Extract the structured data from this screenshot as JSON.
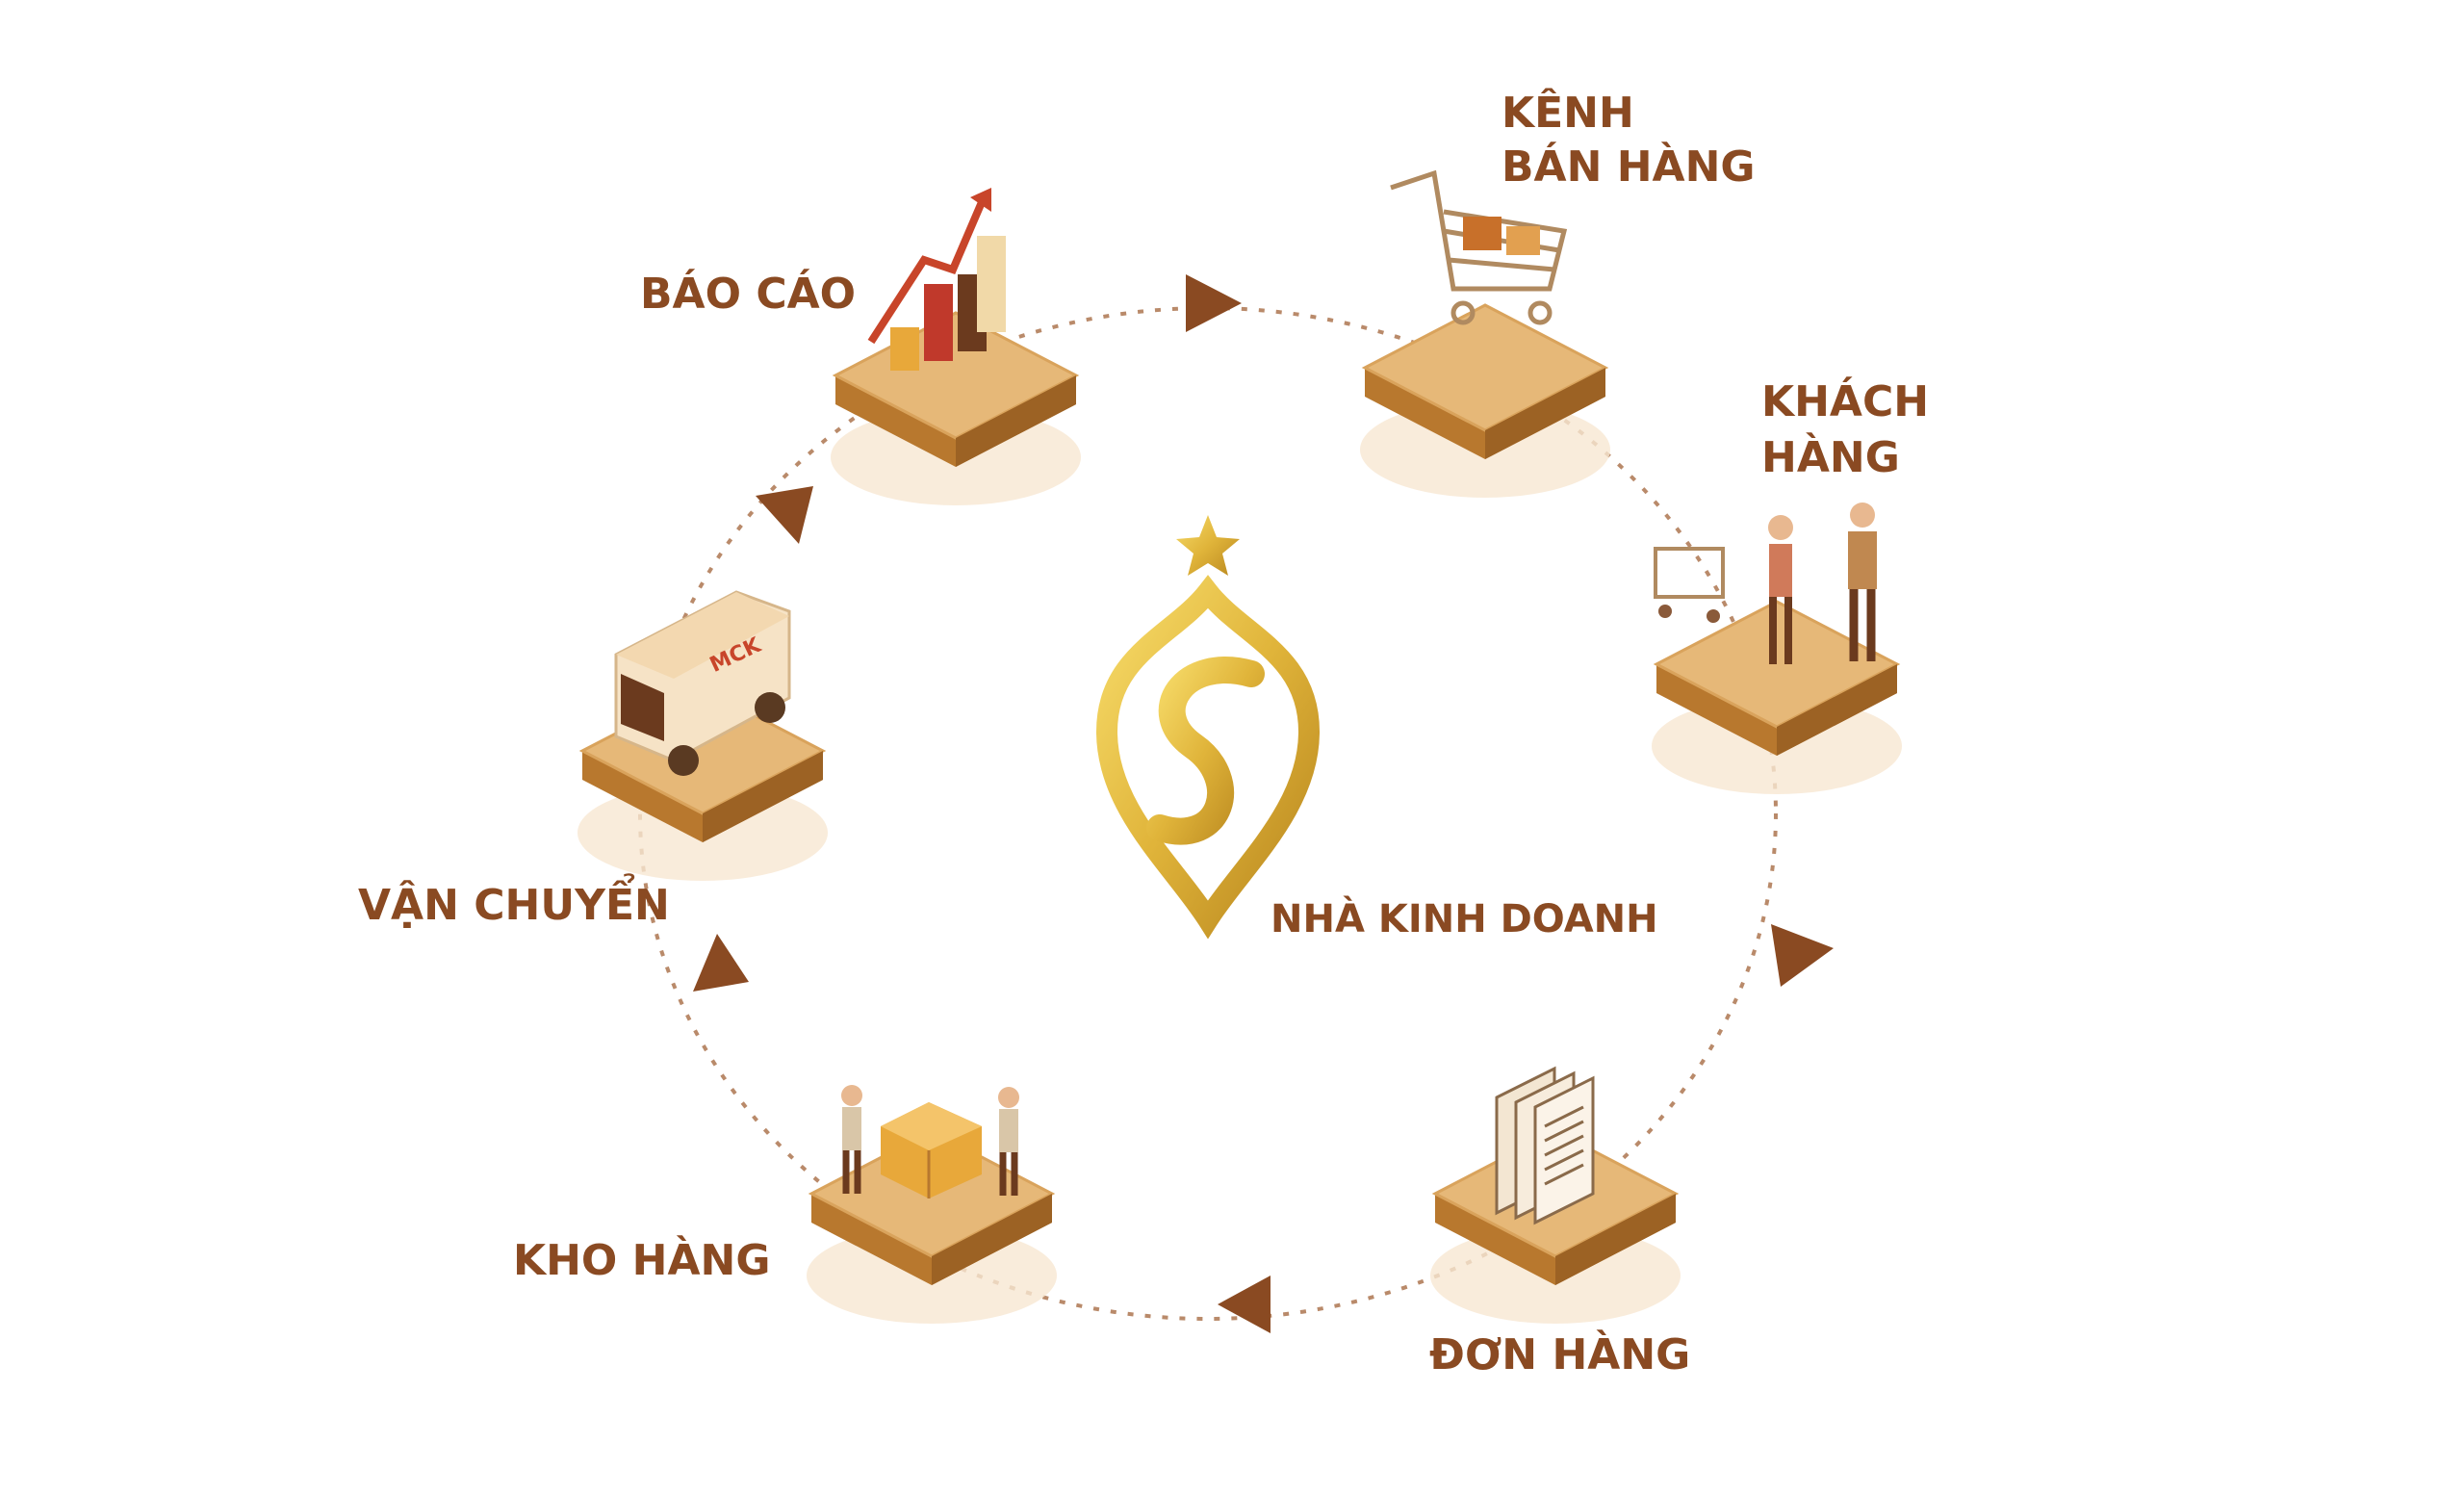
{
  "center": {
    "label": "NHÀ KINH DOANH",
    "logo_color": "#e0b43a"
  },
  "nodes": [
    {
      "id": "bao-cao",
      "label": [
        "BÁO CÁO"
      ]
    },
    {
      "id": "kenh-ban-hang",
      "label": [
        "KÊNH",
        "BÁN HÀNG"
      ]
    },
    {
      "id": "khach-hang",
      "label": [
        "KHÁCH",
        "HÀNG"
      ]
    },
    {
      "id": "don-hang",
      "label": [
        "ĐƠN HÀNG"
      ]
    },
    {
      "id": "kho-hang",
      "label": [
        "KHO HÀNG"
      ]
    },
    {
      "id": "van-chuyen",
      "label": [
        "VẬN CHUYỂN"
      ]
    }
  ],
  "truck_lettering": "MCK",
  "colors": {
    "label": "#8a4a22",
    "tile_top": "#e6b878",
    "tile_side": "#b8782e",
    "arrow": "#8a4a22"
  }
}
